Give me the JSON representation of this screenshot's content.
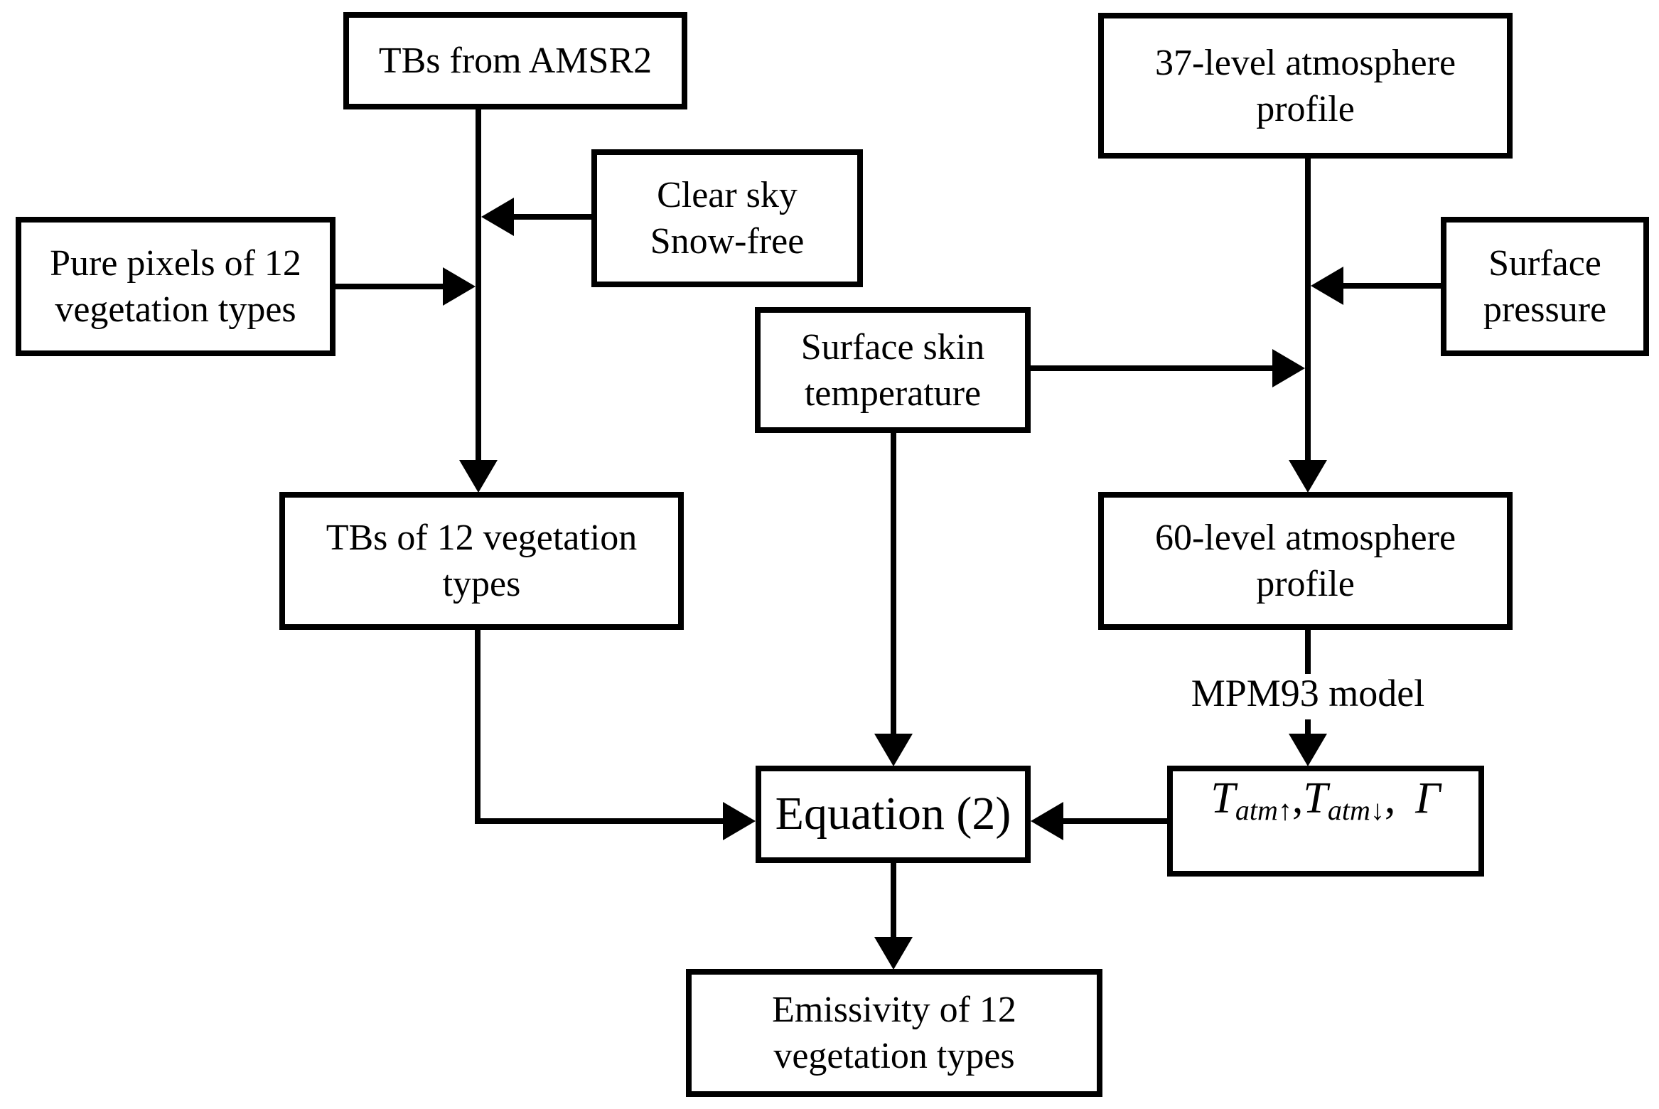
{
  "figure": {
    "background_color": "#ffffff",
    "line_color": "#000000",
    "description_labels": {
      "mpm93": "MPM93 model"
    }
  },
  "nodes": {
    "tbs_amsr2": {
      "label": "TBs from AMSR2"
    },
    "atm37": {
      "label": "37-level atmosphere\nprofile"
    },
    "clear_sky": {
      "label": "Clear sky\nSnow-free"
    },
    "pure_pixels": {
      "label": "Pure pixels of 12\nvegetation types"
    },
    "surface_pressure": {
      "label": "Surface\npressure"
    },
    "surface_skin": {
      "label": "Surface skin\ntemperature"
    },
    "tbs12": {
      "label": "TBs of 12 vegetation\ntypes"
    },
    "atm60": {
      "label": "60-level atmosphere\nprofile"
    },
    "equation": {
      "label": "Equation (2)"
    },
    "emissivity": {
      "label": "Emissivity of 12\nvegetation types"
    },
    "tatm": {
      "t1": "T",
      "sub1": "atm↑",
      "comma1": ",",
      "t2": "T",
      "sub2": "atm↓",
      "comma2": ",",
      "gamma": "Γ"
    }
  }
}
